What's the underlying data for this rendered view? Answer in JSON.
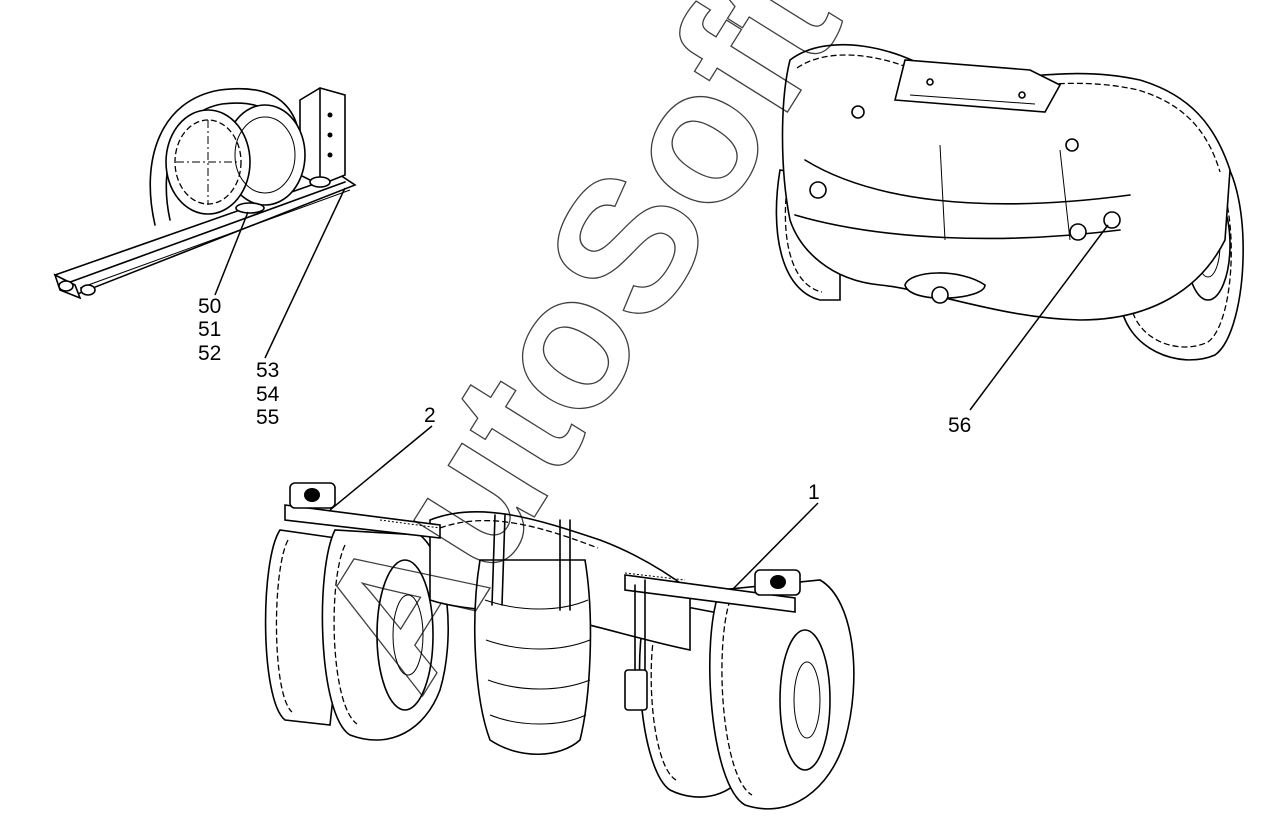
{
  "callouts": {
    "c50": "50",
    "c51": "51",
    "c52": "52",
    "c53": "53",
    "c54": "54",
    "c55": "55",
    "c56": "56",
    "c2": "2",
    "c1": "1"
  },
  "watermark": "AutoSoft"
}
